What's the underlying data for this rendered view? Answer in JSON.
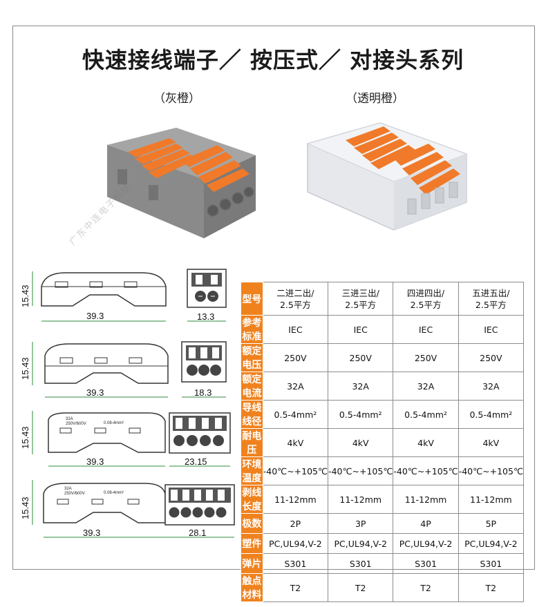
{
  "title": "快速接线端子／ 按压式／ 对接头系列",
  "variants": {
    "gray_orange": "（灰橙）",
    "clear_orange": "（透明橙）"
  },
  "watermark": "广东中连电子科技",
  "drawings": [
    {
      "height": "15.43",
      "length": "39.3",
      "width": "13.3"
    },
    {
      "height": "15.43",
      "length": "39.3",
      "width": "18.3"
    },
    {
      "height": "15.43",
      "length": "39.3",
      "width": "23.15",
      "marking_1": "32A",
      "marking_2": "250V/600V",
      "marking_3": "0.08-4mm²"
    },
    {
      "height": "15.43",
      "length": "39.3",
      "width": "28.1",
      "marking_1": "32A",
      "marking_2": "250V/600V",
      "marking_3": "0.08-4mm²"
    }
  ],
  "spec_table": {
    "header_label": "型号",
    "models": [
      {
        "line1": "二进二出/",
        "line2": "2.5平方"
      },
      {
        "line1": "三进三出/",
        "line2": "2.5平方"
      },
      {
        "line1": "四进四出/",
        "line2": "2.5平方"
      },
      {
        "line1": "五进五出/",
        "line2": "2.5平方"
      }
    ],
    "rows": [
      {
        "label": "参考标准",
        "values": [
          "IEC",
          "IEC",
          "IEC",
          "IEC"
        ]
      },
      {
        "label": "额定电压",
        "values": [
          "250V",
          "250V",
          "250V",
          "250V"
        ]
      },
      {
        "label": "额定电流",
        "values": [
          "32A",
          "32A",
          "32A",
          "32A"
        ]
      },
      {
        "label": "导线线径",
        "values": [
          "0.5-4mm²",
          "0.5-4mm²",
          "0.5-4mm²",
          "0.5-4mm²"
        ]
      },
      {
        "label": "耐电压",
        "values": [
          "4kV",
          "4kV",
          "4kV",
          "4kV"
        ]
      },
      {
        "label": "环境温度",
        "values": [
          "-40℃~+105℃",
          "-40℃~+105℃",
          "-40℃~+105℃",
          "-40℃~+105℃"
        ]
      },
      {
        "label": "剥线长度",
        "values": [
          "11-12mm",
          "11-12mm",
          "11-12mm",
          "11-12mm"
        ]
      },
      {
        "label": "极数",
        "values": [
          "2P",
          "3P",
          "4P",
          "5P"
        ]
      },
      {
        "label": "塑件",
        "values": [
          "PC,UL94,V-2",
          "PC,UL94,V-2",
          "PC,UL94,V-2",
          "PC,UL94,V-2"
        ]
      },
      {
        "label": "弹片",
        "values": [
          "S301",
          "S301",
          "S301",
          "S301"
        ]
      },
      {
        "label": "触点材料",
        "values": [
          "T2",
          "T2",
          "T2",
          "T2"
        ]
      }
    ]
  },
  "colors": {
    "accent_orange": "#f0821e",
    "housing_gray": "#8e8e8e",
    "dimension_green": "#2e8b3a"
  }
}
